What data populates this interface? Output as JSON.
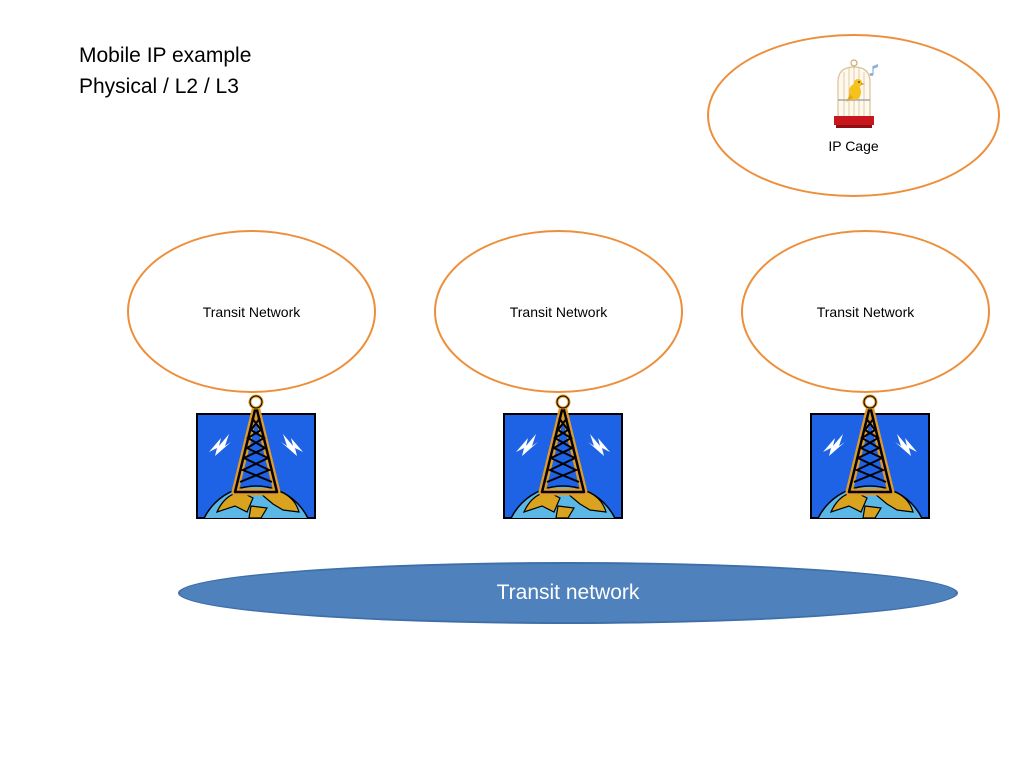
{
  "title": {
    "line1": "Mobile IP example",
    "line2": "Physical / L2 / L3"
  },
  "ip_cage": {
    "label": "IP Cage",
    "icon": "birdcage-icon"
  },
  "transit_networks": [
    {
      "label": "Transit Network",
      "icon": "radio-tower-icon"
    },
    {
      "label": "Transit Network",
      "icon": "radio-tower-icon"
    },
    {
      "label": "Transit Network",
      "icon": "radio-tower-icon"
    }
  ],
  "backbone": {
    "label": "Transit network"
  },
  "colors": {
    "ellipse_outline": "#ED8F3A",
    "backbone_fill": "#4F81BD",
    "backbone_outline": "#3F6FA8",
    "tower_sky": "#1E63E6",
    "tower_globe": "#D9A21F"
  }
}
